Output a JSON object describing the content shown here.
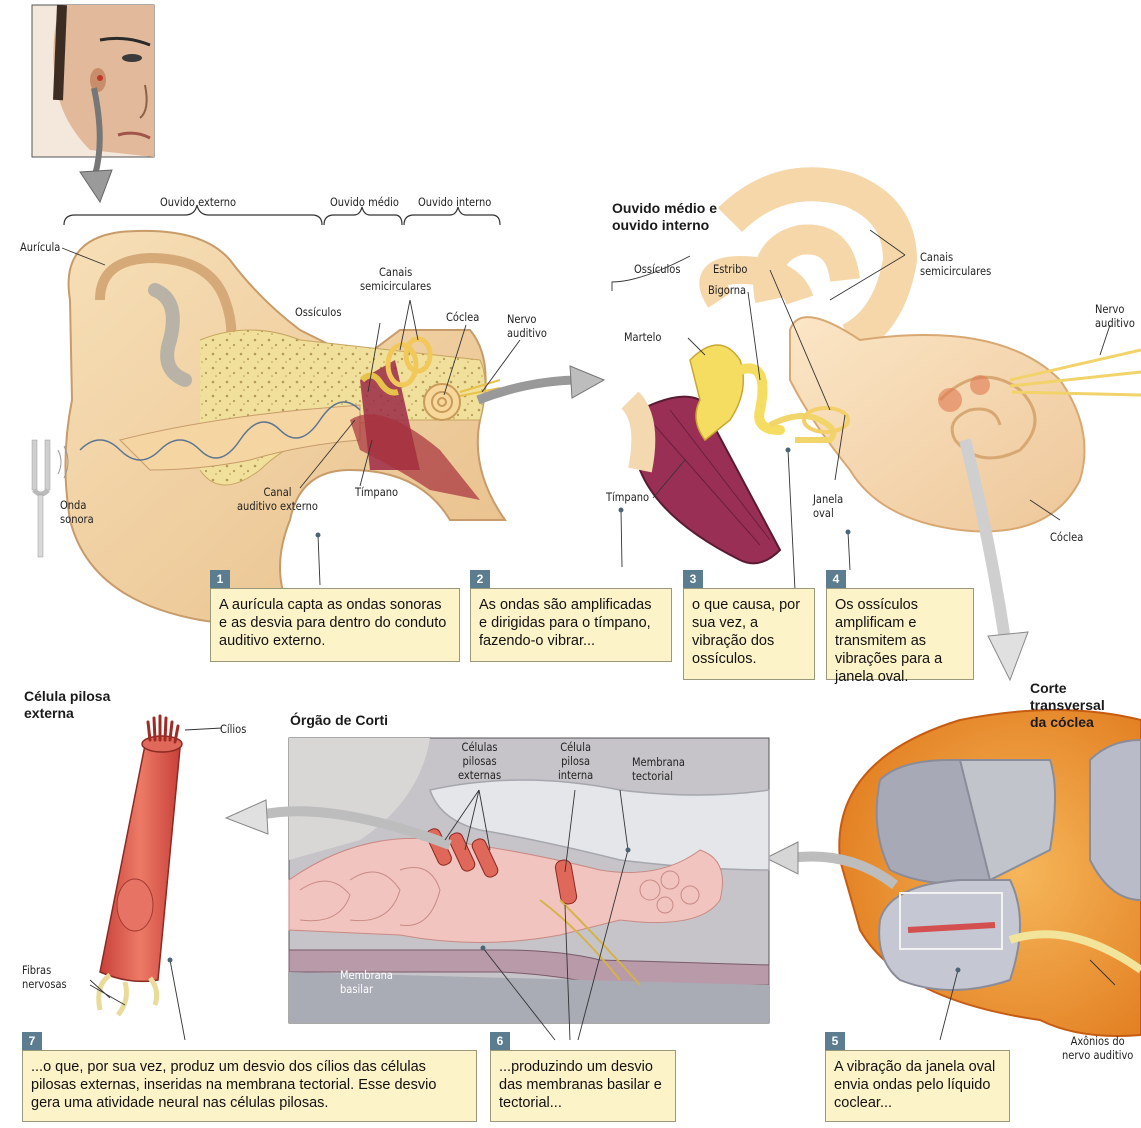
{
  "top_labels": {
    "ouvido_externo": "Ouvido externo",
    "ouvido_medio": "Ouvido médio",
    "ouvido_interno": "Ouvido interno",
    "auricula": "Aurícula",
    "canais_semicirculares": "Canais\nsemicirculares",
    "ossiculos": "Ossículos",
    "coclea": "Cóclea",
    "nervo_auditivo": "Nervo\nauditivo",
    "timpano": "Tímpano",
    "canal_auditivo_externo": "Canal\nauditivo externo",
    "onda_sonora": "Onda\nsonora"
  },
  "middle_panel": {
    "heading": "Ouvido médio e\nouvido interno",
    "ossiculos": "Ossículos",
    "estribo": "Estribo",
    "bigorna": "Bigorna",
    "martelo": "Martelo",
    "timpano": "Tímpano",
    "janela_oval": "Janela\noval",
    "canais_semicirculares": "Canais\nsemicirculares",
    "nervo_auditivo": "Nervo\nauditivo",
    "coclea": "Cóclea"
  },
  "bottom_left": {
    "heading": "Célula pilosa\nexterna",
    "cilios": "Cílios",
    "fibras_nervosas": "Fibras\nnervosas"
  },
  "corti": {
    "heading": "Órgão de Corti",
    "celulas_pilosas_externas": "Células\npilosas\nexternas",
    "celula_pilosa_interna": "Célula\npilosa\ninterna",
    "membrana_tectorial": "Membrana\ntectorial",
    "membrana_basilar": "Membrana\nbasilar"
  },
  "cochlea_section": {
    "heading": "Corte\ntransversal\nda cóclea",
    "axonios": "Axônios do\nnervo auditivo"
  },
  "steps": [
    {
      "num": "1",
      "text": "A aurícula capta as ondas sonoras e as desvia para dentro do conduto auditivo externo."
    },
    {
      "num": "2",
      "text": "As ondas são amplificadas e dirigidas para o tímpano, fazendo-o vibrar..."
    },
    {
      "num": "3",
      "text": "o que causa, por sua vez, a vibração dos ossículos."
    },
    {
      "num": "4",
      "text": "Os ossículos amplificam e transmitem as vibrações para a janela oval."
    },
    {
      "num": "5",
      "text": "A vibração da janela oval envia ondas pelo líquido coclear..."
    },
    {
      "num": "6",
      "text": "...produzindo um desvio das membranas basilar e tectorial..."
    },
    {
      "num": "7",
      "text": "...o que, por sua vez, produz um desvio dos cílios das células pilosas externas, inseridas na membrana tectorial. Esse desvio gera uma atividade neural nas células pilosas."
    }
  ]
}
